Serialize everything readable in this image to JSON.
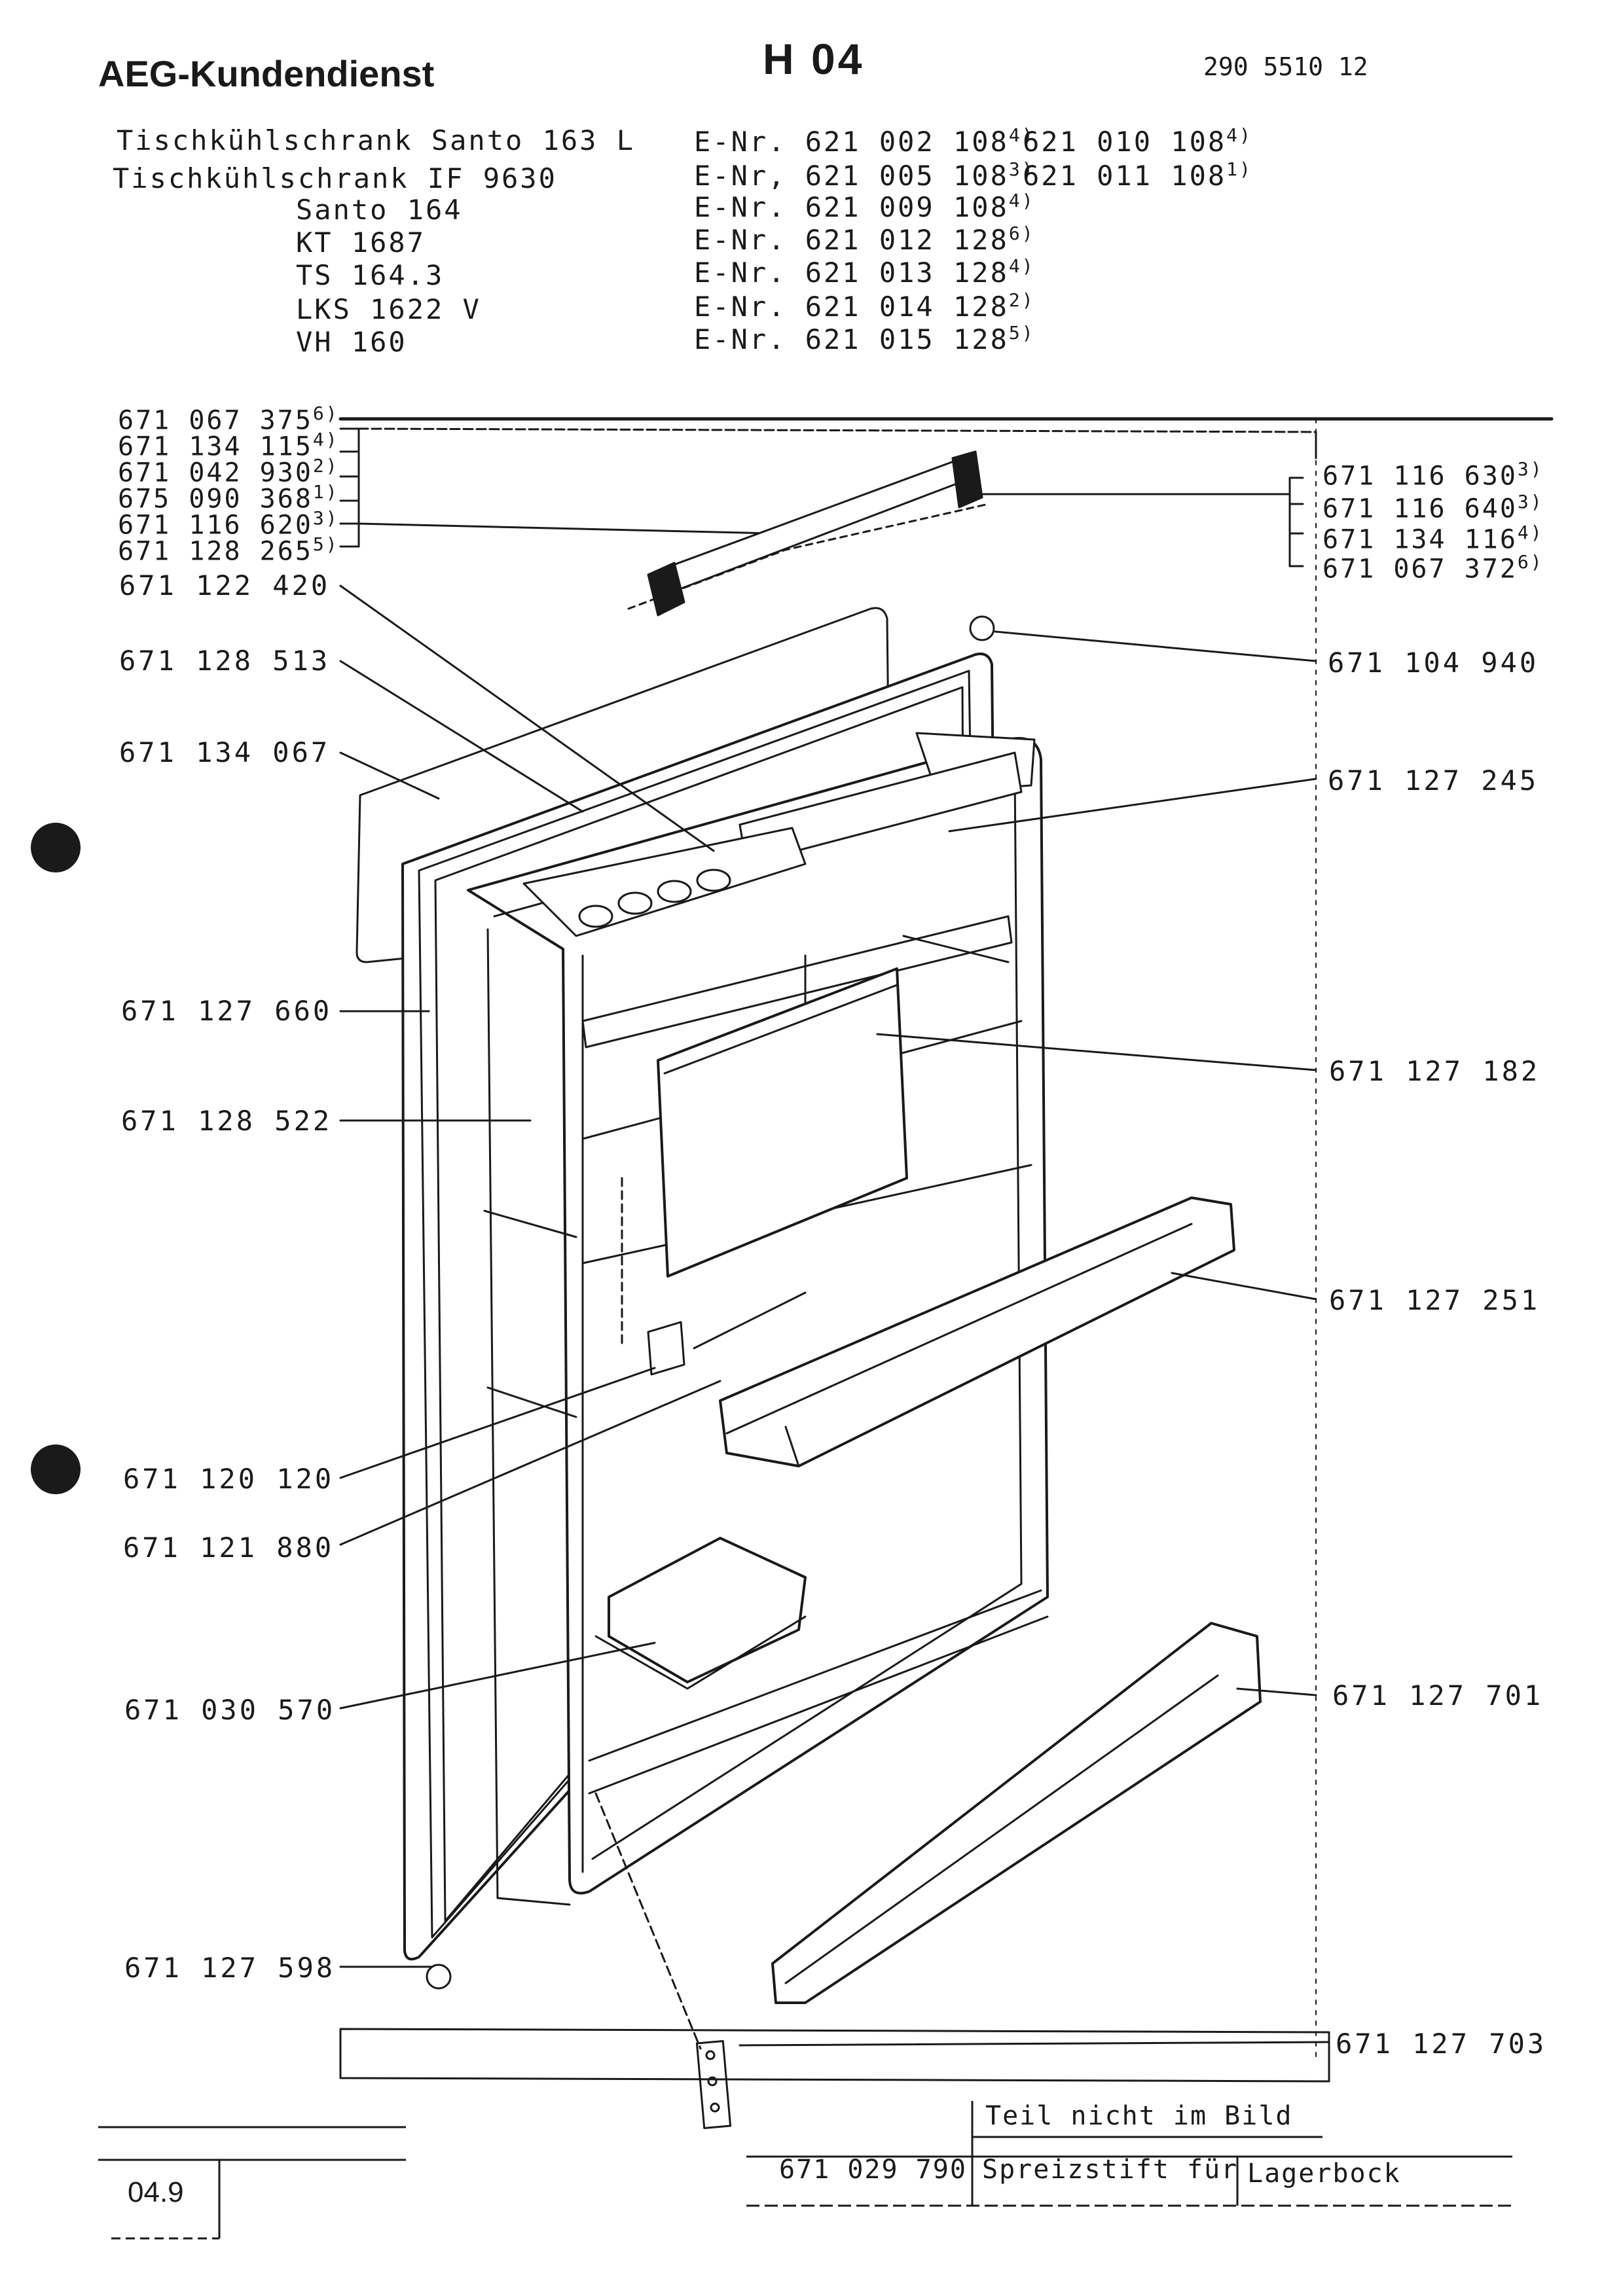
{
  "header": {
    "brand": "AEG-Kundendienst",
    "sheet": "H 04",
    "doc_number": "290 5510 12"
  },
  "models": [
    {
      "text": "Tischkühlschrank  Santo 163 L"
    },
    {
      "text": "Tischkühlschrank  IF 9630"
    },
    {
      "text": "Santo 164"
    },
    {
      "text": "KT 1687"
    },
    {
      "text": "TS 164.3"
    },
    {
      "text": "LKS 1622 V"
    },
    {
      "text": "VH 160"
    }
  ],
  "e_numbers": [
    {
      "text": "E-Nr. 621 002 108",
      "note": "4)"
    },
    {
      "text": "E-Nr, 621 005 108",
      "note": "3)"
    },
    {
      "text": "E-Nr. 621 009 108",
      "note": "4)"
    },
    {
      "text": "E-Nr. 621 012 128",
      "note": "6)"
    },
    {
      "text": "E-Nr. 621 013 128",
      "note": "4)"
    },
    {
      "text": "E-Nr. 621 014 128",
      "note": "2)"
    },
    {
      "text": "E-Nr. 621 015 128",
      "note": "5)"
    }
  ],
  "e_numbers_extra": [
    {
      "text": "621 010 108",
      "note": "4)"
    },
    {
      "text": "621 011 108",
      "note": "1)"
    }
  ],
  "handle_parts_left": [
    {
      "text": "671 067 375",
      "note": "6)"
    },
    {
      "text": "671 134 115",
      "note": "4)"
    },
    {
      "text": "671 042 930",
      "note": "2)"
    },
    {
      "text": "675 090 368",
      "note": "1)"
    },
    {
      "text": "671 116 620",
      "note": "3)"
    },
    {
      "text": "671 128 265",
      "note": "5)"
    }
  ],
  "handle_parts_right": [
    {
      "text": "671 116 630",
      "note": "3)"
    },
    {
      "text": "671 116 640",
      "note": "3)"
    },
    {
      "text": "671 134 116",
      "note": "4)"
    },
    {
      "text": "671 067 372",
      "note": "6)"
    }
  ],
  "parts_left": [
    "671 122 420",
    "671 128 513",
    "671 134 067",
    "671 127 660",
    "671 128 522",
    "671 120 120",
    "671 121 880",
    "671 030 570",
    "671 127 598"
  ],
  "parts_right": [
    "671 104 940",
    "671 127 245",
    "671 127 182",
    "671 127 251",
    "671 127 701",
    "671 127 703"
  ],
  "footer": {
    "not_shown_heading": "Teil nicht im Bild",
    "not_shown_part": "671 029 790",
    "not_shown_desc1": "Spreizstift für",
    "not_shown_desc2": "Lagerbock",
    "version": "04.9"
  }
}
